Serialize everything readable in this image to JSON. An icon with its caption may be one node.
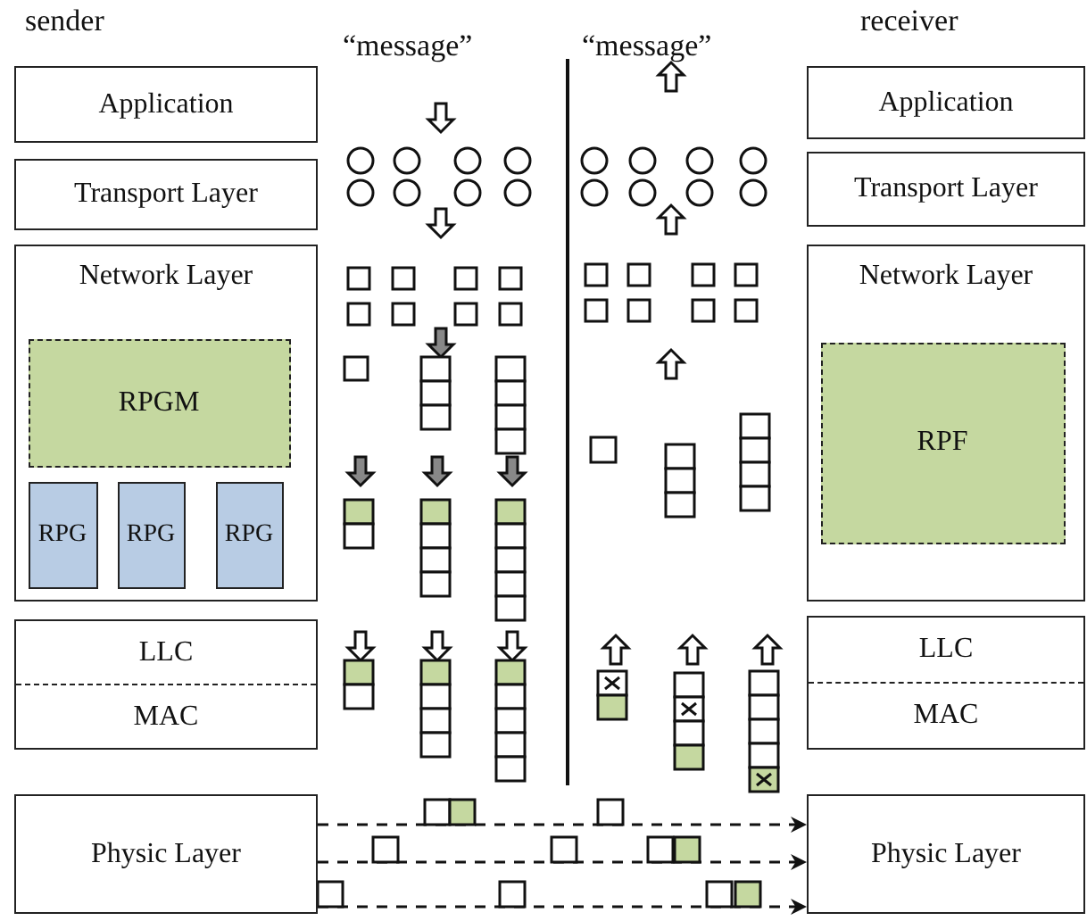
{
  "diagram": {
    "nodes": [
      {
        "text": [
          "Application"
        ]
      },
      {
        "text": [
          "Transport Layer"
        ]
      },
      {
        "text": [
          "Network Layer"
        ]
      },
      {
        "text": [
          "RPGM"
        ],
        "in": 2
      },
      {
        "text": [
          "RPG"
        ],
        "in": 2
      },
      {
        "text": [
          "RPG"
        ],
        "in": 2
      },
      {
        "text": [
          "RPG"
        ],
        "in": 2
      },
      {
        "text": [
          "LLC",
          "MAC"
        ]
      },
      {
        "text": [
          "Physic Layer"
        ]
      },
      {
        "text": [
          "Application"
        ]
      },
      {
        "text": [
          "Transport Layer"
        ]
      },
      {
        "text": [
          "Network Layer"
        ]
      },
      {
        "text": [
          "RPF"
        ],
        "in": 11
      },
      {
        "text": [
          "LLC",
          "MAC"
        ]
      },
      {
        "text": [
          "Physic Layer"
        ]
      }
    ],
    "edges": [
      {
        "from": 8,
        "to": 14,
        "arrow": "to",
        "style": "dashed"
      },
      {
        "from": 8,
        "to": 14,
        "arrow": "to",
        "style": "dashed"
      },
      {
        "from": 8,
        "to": 14,
        "arrow": "to",
        "style": "dashed"
      }
    ],
    "labels": [
      "sender",
      "“message”",
      "“message”",
      "receiver"
    ]
  }
}
